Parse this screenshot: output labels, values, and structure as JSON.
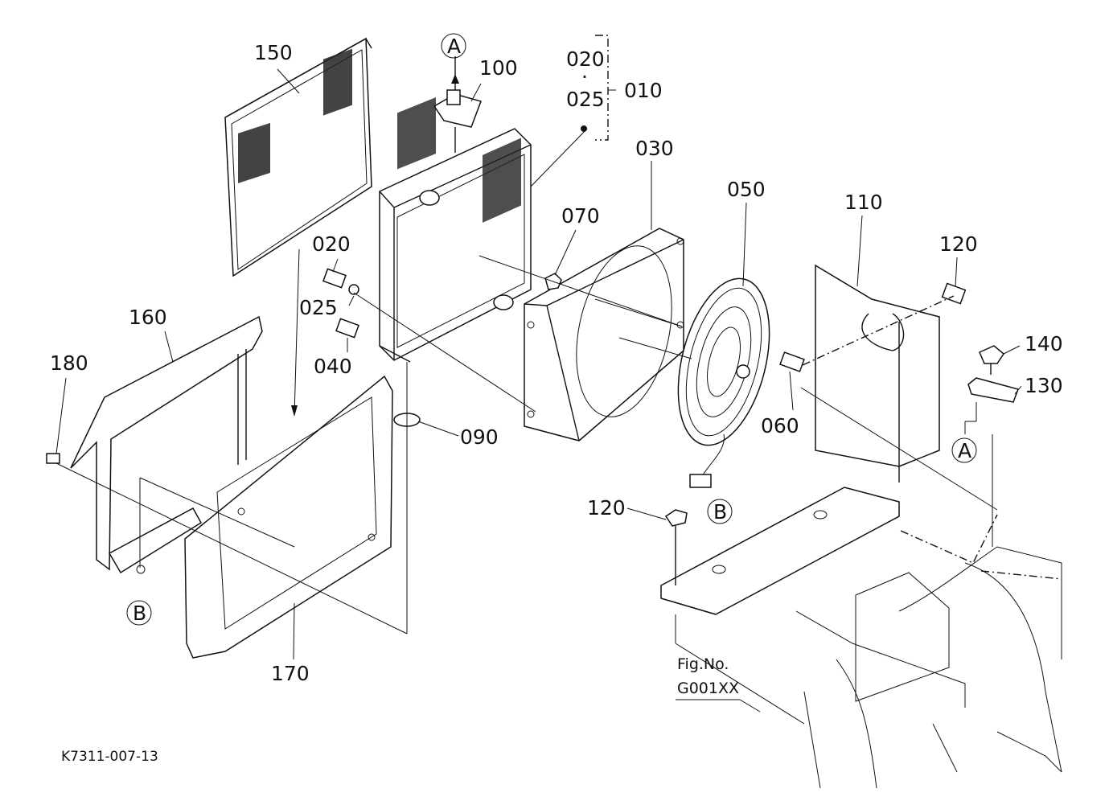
{
  "drawing_id": "K7311-007-13",
  "figure_ref": {
    "line1": "Fig.No.",
    "line2": "G001XX"
  },
  "group_bracket": {
    "top": "020",
    "dot": "·",
    "bottom": "025",
    "group": "010"
  },
  "callouts": {
    "p150": "150",
    "p100": "100",
    "p030": "030",
    "p050": "050",
    "p110": "110",
    "p070": "070",
    "p020": "020",
    "p025": "025",
    "p040": "040",
    "p120a": "120",
    "p140": "140",
    "p130": "130",
    "p160": "160",
    "p180": "180",
    "p090": "090",
    "p060": "060",
    "p120b": "120",
    "p170": "170"
  },
  "reference_marks": {
    "a_top": "A",
    "a_right": "A",
    "b_left": "B",
    "b_right": "B"
  }
}
